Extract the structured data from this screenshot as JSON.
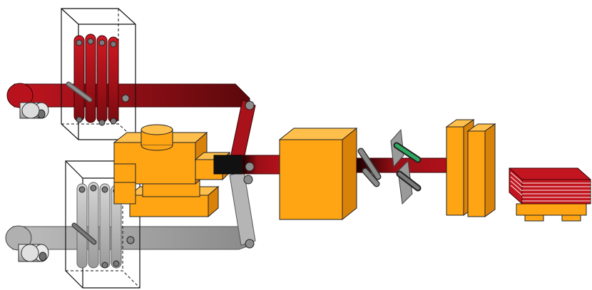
{
  "diagram": {
    "kind": "production-line-schematic",
    "colors": {
      "red_web": "#b8121c",
      "red_dark": "#6e0a0e",
      "gray_web": "#a8a8a8",
      "gray_dark": "#6a6a6a",
      "machine_orange": "#ffa514",
      "machine_orange_dark": "#d9820a",
      "outline": "#1a1a1a",
      "roller": "#8a8a8a"
    },
    "components": [
      {
        "name": "red-unwind-roll"
      },
      {
        "name": "red-festoon-accumulator"
      },
      {
        "name": "gray-unwind-roll"
      },
      {
        "name": "gray-festoon-accumulator"
      },
      {
        "name": "laminating-press"
      },
      {
        "name": "heating-box"
      },
      {
        "name": "guide-rollers"
      },
      {
        "name": "cutter-knife"
      },
      {
        "name": "stacking-unit"
      },
      {
        "name": "finished-stack-pallet"
      }
    ]
  }
}
